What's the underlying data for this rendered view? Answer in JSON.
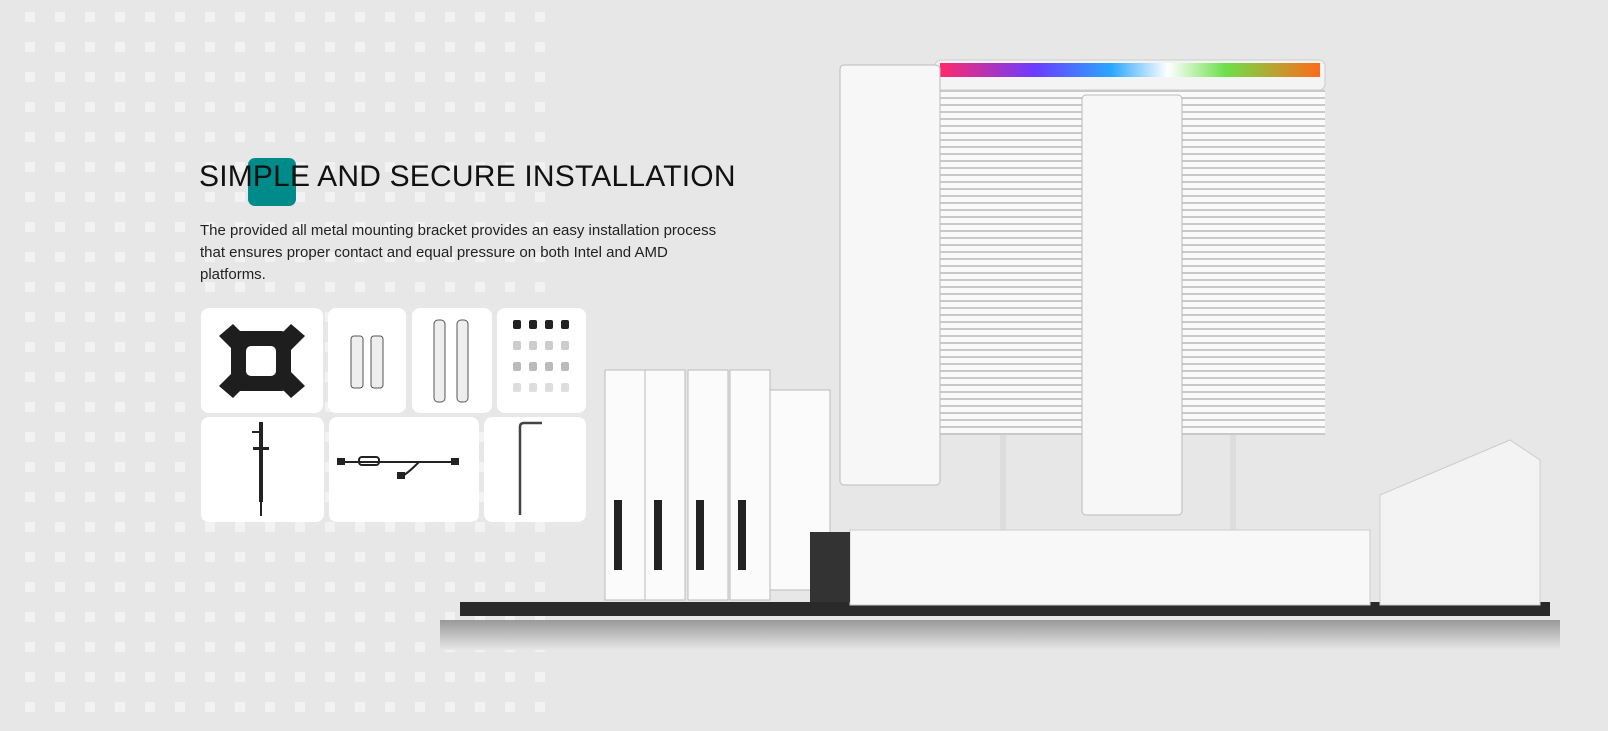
{
  "section": {
    "title": "SIMPLE AND SECURE INSTALLATION",
    "description": "The provided all metal mounting bracket provides an easy installation process that ensures proper contact and equal pressure on both Intel and AMD platforms.",
    "accent_color": "#008b8b"
  },
  "accessories": [
    {
      "name": "backplate"
    },
    {
      "name": "intel-brackets"
    },
    {
      "name": "amd-brackets"
    },
    {
      "name": "screws-and-standoffs"
    },
    {
      "name": "thermal-paste-syringe"
    },
    {
      "name": "fan-splitter-cable"
    },
    {
      "name": "hex-key"
    }
  ]
}
